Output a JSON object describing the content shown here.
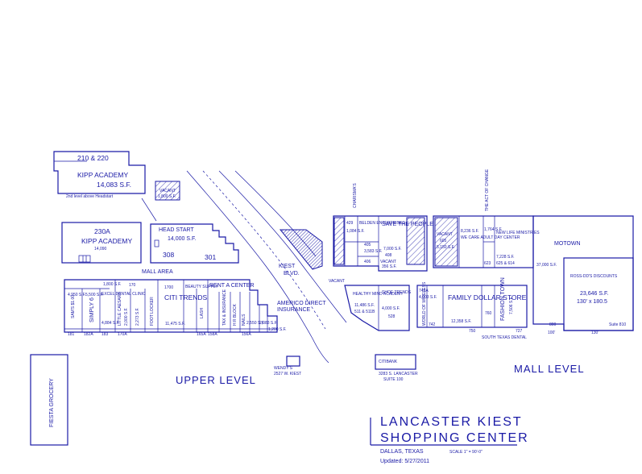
{
  "title": {
    "line1": "LANCASTER KIEST",
    "line2": "SHOPPING CENTER",
    "location": "DALLAS, TEXAS",
    "scale": "SCALE 1\" = 90'-0\"",
    "updated": "Updated: 5/27/2011"
  },
  "levels": {
    "upper": "UPPER LEVEL",
    "mall": "MALL LEVEL"
  },
  "roads": {
    "kiest": "KIEST",
    "blvd": "BLVD.",
    "mall_area": "MALL AREA"
  },
  "kipp_upper": {
    "units": "210 & 220",
    "name": "KIPP ACADEMY",
    "sf": "14,083 S.F.",
    "note": "2nd level above Headstart"
  },
  "kipp_lower": {
    "unit": "230A",
    "name": "KIPP ACADEMY",
    "sf": "14,090"
  },
  "vacant_small": {
    "label": "VACANT",
    "sf": "1,800 S.F."
  },
  "head_start": {
    "name": "HEAD START",
    "sf": "14,000 S.F.",
    "unit_a": "308",
    "unit_b": "301"
  },
  "upper_shops": {
    "top_170": "170",
    "top_sf": "1,800 S.F.",
    "sams": "SAM'S $1.00",
    "sams_sf": "4,950 S.F.",
    "sams_unit": "181",
    "simply": "SIMPLY 6",
    "simply_sf": "5,500 S.F.",
    "simply_unit": "182A",
    "excel": "EXCEL DENTAL CLINIC",
    "excel_sf": "4,884 S.F.",
    "excel_unit": "183",
    "little_caesars": "LITTLE CAESARS",
    "lc_sf": "2,000 S.F.",
    "lc_unit": "170A",
    "sf_2273": "2,273 S.F.",
    "foot_locker": "FOOT LOCKER",
    "citi_unit": "1700",
    "citi": "CITI TRENDS",
    "citi_sf": "11,475 S.F.",
    "beauty": "BEAUTY SUPPLY",
    "lash": "LASH",
    "rent_a_center": "RENT A CENTER",
    "tax": "TAX & INSURANCE",
    "hr_block": "H R BLOCK",
    "nails": "NAILS",
    "unit_165a": "165A",
    "unit_158a": "158A",
    "unit_156a": "156A",
    "sf_2550": "2,550 S.F.",
    "sf_2083": "2,083 S.F.",
    "sf_1200": "1,200 S.F."
  },
  "americo": {
    "name": "AMERICO DIRECT",
    "line2": "INSURANCE"
  },
  "wendys": {
    "name": "WENDY'S",
    "address": "2527 W. KIEST"
  },
  "citibank": {
    "name": "CITIBANK",
    "address": "3283 S. LANCASTER",
    "suite": "SUITE 100"
  },
  "fiesta": "FIESTA GROCERY",
  "mall_shops": {
    "charismas": "CHARISMA'S",
    "unit_429": "429",
    "beldens": "BELDEN ENTERPRISES",
    "sf_1084": "1,084 S.F.",
    "sf_3583": "3,583 S.F.",
    "unit_405": "405",
    "unit_406": "406",
    "save_people": "SAVE THE PEOPLE",
    "save_sf": "7,000 S.F.",
    "save_unit": "408",
    "vacant_label": "VACANT",
    "vacant_sf": "356 S.F.",
    "vacant_big": "VACANT",
    "vacant_unit": "605",
    "vacant_sf2": "5,150 S.F.",
    "bay_center": "WE CARE ADULT DAY CENTER",
    "bay_sf": "8,236 S.F.",
    "act_change": "THE ACT OF CHANGE",
    "act_sf": "1,764 S.F.",
    "act_unit": "623",
    "new_life": "NEW LIFE MINISTRIES",
    "new_life_sf": "7,228 S.F.",
    "new_life_units": "625 & 614",
    "motown": "MOTOWN",
    "motown_sf": "37,000 S.F.",
    "ross": "ROSS-DD'S DISCOUNTS",
    "ross_sf": "23,646 S.F.",
    "ross_dims": "130' x 180.5",
    "suite_810": "Suite 810",
    "dim_100": "100'",
    "dim_130": "130'",
    "unit_800": "800",
    "vacant_lower": "VACANT",
    "healthy_minds": "HEALTHY MIND ACADEMY",
    "healthy_sf": "11,486 S.F.",
    "healthy_units": "511 & 511B",
    "shoe_trends": "SHOE TRENDS",
    "shoe_sf": "4,000 S.F.",
    "shoe_unit": "528",
    "unit_742a": "742A",
    "sf_4003": "4,003 S.F.",
    "world_wireless": "WORLD OF WIRELESS",
    "unit_742": "742",
    "family_dollar": "FAMILY DOLLAR STORE",
    "family_sf": "12,358 S.F.",
    "unit_750": "750",
    "unit_760": "760",
    "fashion_town": "FASHION TOWN",
    "fashion_sf": "7,506 S.F.",
    "unit_727": "727",
    "south_texas": "SOUTH TEXAS DENTAL"
  }
}
